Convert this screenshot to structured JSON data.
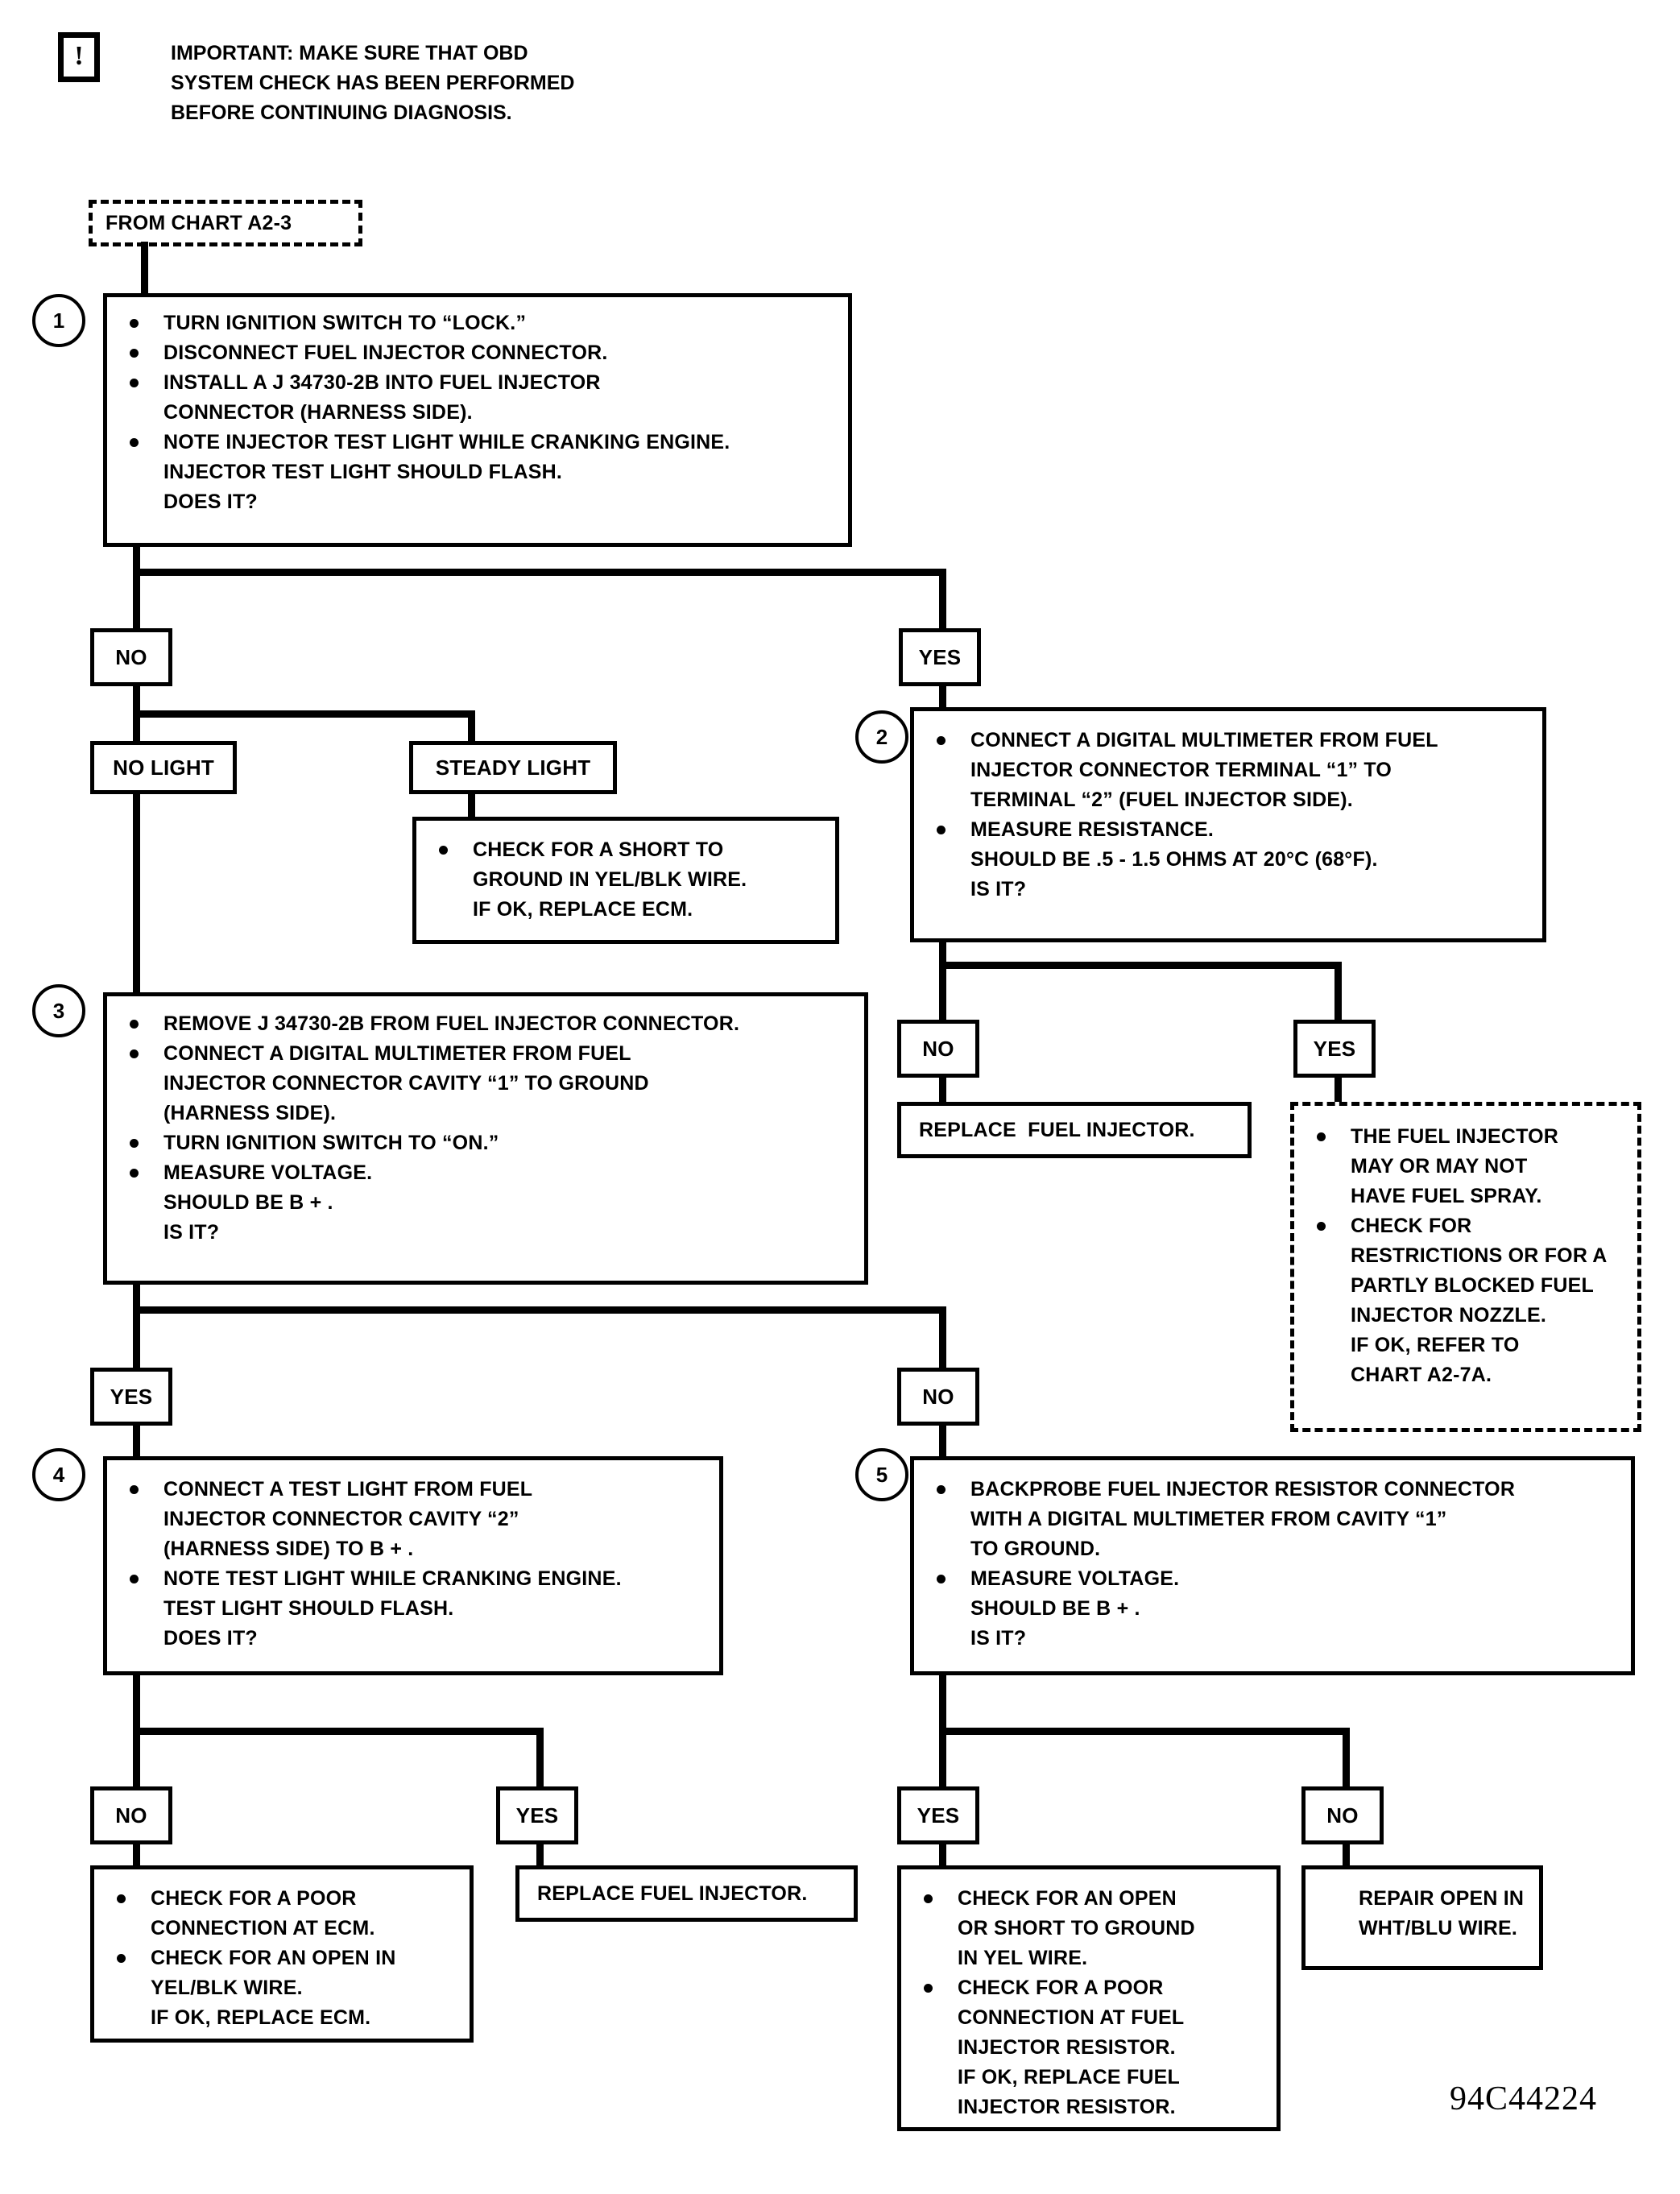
{
  "notice": {
    "icon": "exclamation-in-box-icon",
    "glyph": "!",
    "text": "IMPORTANT:  MAKE SURE THAT OBD\nSYSTEM CHECK HAS BEEN PERFORMED\nBEFORE  CONTINUING DIAGNOSIS."
  },
  "entry": {
    "label": "FROM CHART A2-3"
  },
  "figure_number": "94C44224",
  "steps": {
    "s1": {
      "number": "1",
      "lines": [
        {
          "bullet": true,
          "text": "TURN IGNITION SWITCH TO “LOCK.”"
        },
        {
          "bullet": true,
          "text": "DISCONNECT FUEL INJECTOR CONNECTOR."
        },
        {
          "bullet": true,
          "text": "INSTALL A J 34730-2B INTO FUEL INJECTOR"
        },
        {
          "bullet": false,
          "text": "CONNECTOR (HARNESS SIDE)."
        },
        {
          "bullet": true,
          "text": "NOTE INJECTOR TEST LIGHT WHILE CRANKING ENGINE."
        },
        {
          "bullet": false,
          "text": "INJECTOR TEST LIGHT SHOULD FLASH."
        },
        {
          "bullet": false,
          "text": "DOES IT?"
        }
      ]
    },
    "s2": {
      "number": "2",
      "lines": [
        {
          "bullet": true,
          "text": "CONNECT A DIGITAL MULTIMETER FROM FUEL"
        },
        {
          "bullet": false,
          "text": "INJECTOR CONNECTOR TERMINAL “1” TO"
        },
        {
          "bullet": false,
          "text": "TERMINAL “2” (FUEL INJECTOR SIDE)."
        },
        {
          "bullet": true,
          "text": "MEASURE RESISTANCE."
        },
        {
          "bullet": false,
          "text": "SHOULD BE .5 - 1.5 OHMS AT 20°C (68°F)."
        },
        {
          "bullet": false,
          "text": "IS IT?"
        }
      ]
    },
    "s3": {
      "number": "3",
      "lines": [
        {
          "bullet": true,
          "text": "REMOVE J 34730-2B FROM FUEL INJECTOR CONNECTOR."
        },
        {
          "bullet": true,
          "text": "CONNECT A DIGITAL MULTIMETER FROM FUEL"
        },
        {
          "bullet": false,
          "text": "INJECTOR CONNECTOR CAVITY “1” TO GROUND"
        },
        {
          "bullet": false,
          "text": "(HARNESS SIDE)."
        },
        {
          "bullet": true,
          "text": "TURN IGNITION SWITCH TO “ON.”"
        },
        {
          "bullet": true,
          "text": "MEASURE VOLTAGE."
        },
        {
          "bullet": false,
          "text": "SHOULD BE B + ."
        },
        {
          "bullet": false,
          "text": "IS IT?"
        }
      ]
    },
    "s4": {
      "number": "4",
      "lines": [
        {
          "bullet": true,
          "text": "CONNECT A TEST LIGHT FROM FUEL"
        },
        {
          "bullet": false,
          "text": "INJECTOR CONNECTOR CAVITY “2”"
        },
        {
          "bullet": false,
          "text": "(HARNESS SIDE) TO B + ."
        },
        {
          "bullet": true,
          "text": "NOTE TEST LIGHT WHILE CRANKING ENGINE."
        },
        {
          "bullet": false,
          "text": "TEST LIGHT SHOULD FLASH."
        },
        {
          "bullet": false,
          "text": "DOES IT?"
        }
      ]
    },
    "s5": {
      "number": "5",
      "lines": [
        {
          "bullet": true,
          "text": "BACKPROBE FUEL INJECTOR RESISTOR CONNECTOR"
        },
        {
          "bullet": false,
          "text": "WITH A DIGITAL MULTIMETER FROM CAVITY “1”"
        },
        {
          "bullet": false,
          "text": "TO GROUND."
        },
        {
          "bullet": true,
          "text": "MEASURE VOLTAGE."
        },
        {
          "bullet": false,
          "text": "SHOULD BE B + ."
        },
        {
          "bullet": false,
          "text": "IS IT?"
        }
      ]
    }
  },
  "branches": {
    "b1_no": "NO",
    "b1_yes": "YES",
    "b1_no_light": "NO LIGHT",
    "b1_steady_light": "STEADY LIGHT",
    "b2_no": "NO",
    "b2_yes": "YES",
    "b3_yes": "YES",
    "b3_no": "NO",
    "b4_no": "NO",
    "b4_yes": "YES",
    "b5_yes": "YES",
    "b5_no": "NO"
  },
  "results": {
    "steady_light_action": {
      "lines": [
        {
          "bullet": true,
          "text": "CHECK FOR A SHORT TO"
        },
        {
          "bullet": false,
          "text": "GROUND IN YEL/BLK WIRE."
        },
        {
          "bullet": false,
          "text": "IF OK, REPLACE ECM."
        }
      ]
    },
    "replace_injector_2": {
      "text": "REPLACE  FUEL INJECTOR."
    },
    "injector_spray_note": {
      "lines": [
        {
          "bullet": true,
          "text": "THE FUEL INJECTOR"
        },
        {
          "bullet": false,
          "text": "MAY OR MAY NOT"
        },
        {
          "bullet": false,
          "text": "HAVE FUEL SPRAY."
        },
        {
          "bullet": true,
          "text": "CHECK FOR"
        },
        {
          "bullet": false,
          "text": "RESTRICTIONS OR FOR A"
        },
        {
          "bullet": false,
          "text": "PARTLY BLOCKED FUEL"
        },
        {
          "bullet": false,
          "text": "INJECTOR NOZZLE."
        },
        {
          "bullet": false,
          "text": "IF OK, REFER TO"
        },
        {
          "bullet": false,
          "text": "CHART A2-7A."
        }
      ]
    },
    "ecm_check": {
      "lines": [
        {
          "bullet": true,
          "text": "CHECK FOR A POOR"
        },
        {
          "bullet": false,
          "text": "CONNECTION AT ECM."
        },
        {
          "bullet": true,
          "text": "CHECK FOR AN OPEN IN"
        },
        {
          "bullet": false,
          "text": "YEL/BLK WIRE."
        },
        {
          "bullet": false,
          "text": "IF OK, REPLACE ECM."
        }
      ]
    },
    "replace_injector_4": {
      "text": "REPLACE FUEL INJECTOR."
    },
    "yel_wire_check": {
      "lines": [
        {
          "bullet": true,
          "text": "CHECK FOR AN OPEN"
        },
        {
          "bullet": false,
          "text": "OR SHORT TO GROUND"
        },
        {
          "bullet": false,
          "text": "IN YEL WIRE."
        },
        {
          "bullet": true,
          "text": "CHECK FOR A POOR"
        },
        {
          "bullet": false,
          "text": "CONNECTION AT FUEL"
        },
        {
          "bullet": false,
          "text": "INJECTOR RESISTOR."
        },
        {
          "bullet": false,
          "text": "IF OK, REPLACE FUEL"
        },
        {
          "bullet": false,
          "text": "INJECTOR RESISTOR."
        }
      ]
    },
    "repair_wht_blu": {
      "lines": [
        {
          "bullet": false,
          "text": "REPAIR OPEN IN"
        },
        {
          "bullet": false,
          "text": "WHT/BLU WIRE."
        }
      ]
    }
  }
}
